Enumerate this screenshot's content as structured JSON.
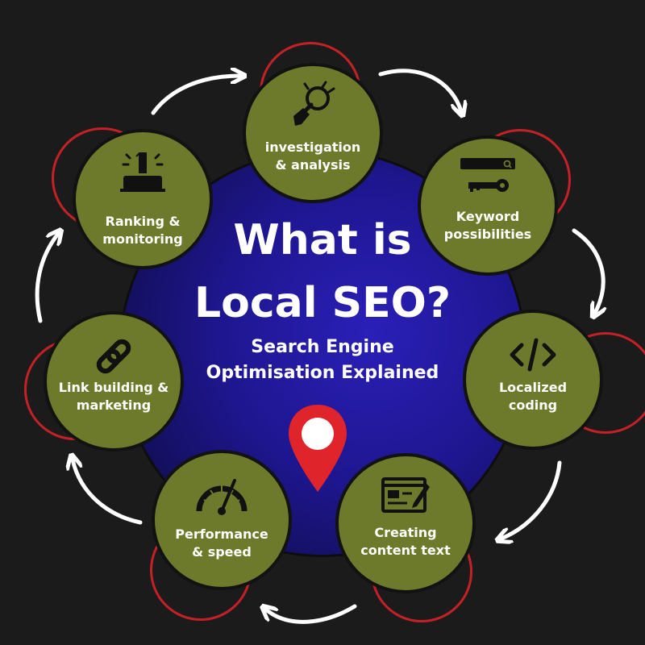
{
  "title": {
    "line1": "What is",
    "line2": "Local SEO?"
  },
  "subtitle": {
    "line1": "Search Engine",
    "line2": "Optimisation Explained"
  },
  "colors": {
    "background": "#1b1b1b",
    "node": "#6e7a2b",
    "ring": "#c42127",
    "center": "#1e168f",
    "pin": "#e0242c",
    "arrow": "#ffffff"
  },
  "steps": [
    {
      "icon": "magnifier-hand-icon",
      "line1": "investigation",
      "line2": "& analysis"
    },
    {
      "icon": "search-key-icon",
      "line1": "Keyword",
      "line2": "possibilities"
    },
    {
      "icon": "code-icon",
      "line1": "Localized",
      "line2": "coding"
    },
    {
      "icon": "content-edit-icon",
      "line1": "Creating",
      "line2": "content text"
    },
    {
      "icon": "speedometer-icon",
      "line1": "Performance",
      "line2": "& speed"
    },
    {
      "icon": "link-icon",
      "line1": "Link building &",
      "line2": "marketing"
    },
    {
      "icon": "rank-trophy-icon",
      "line1": "Ranking &",
      "line2": "monitoring"
    }
  ]
}
